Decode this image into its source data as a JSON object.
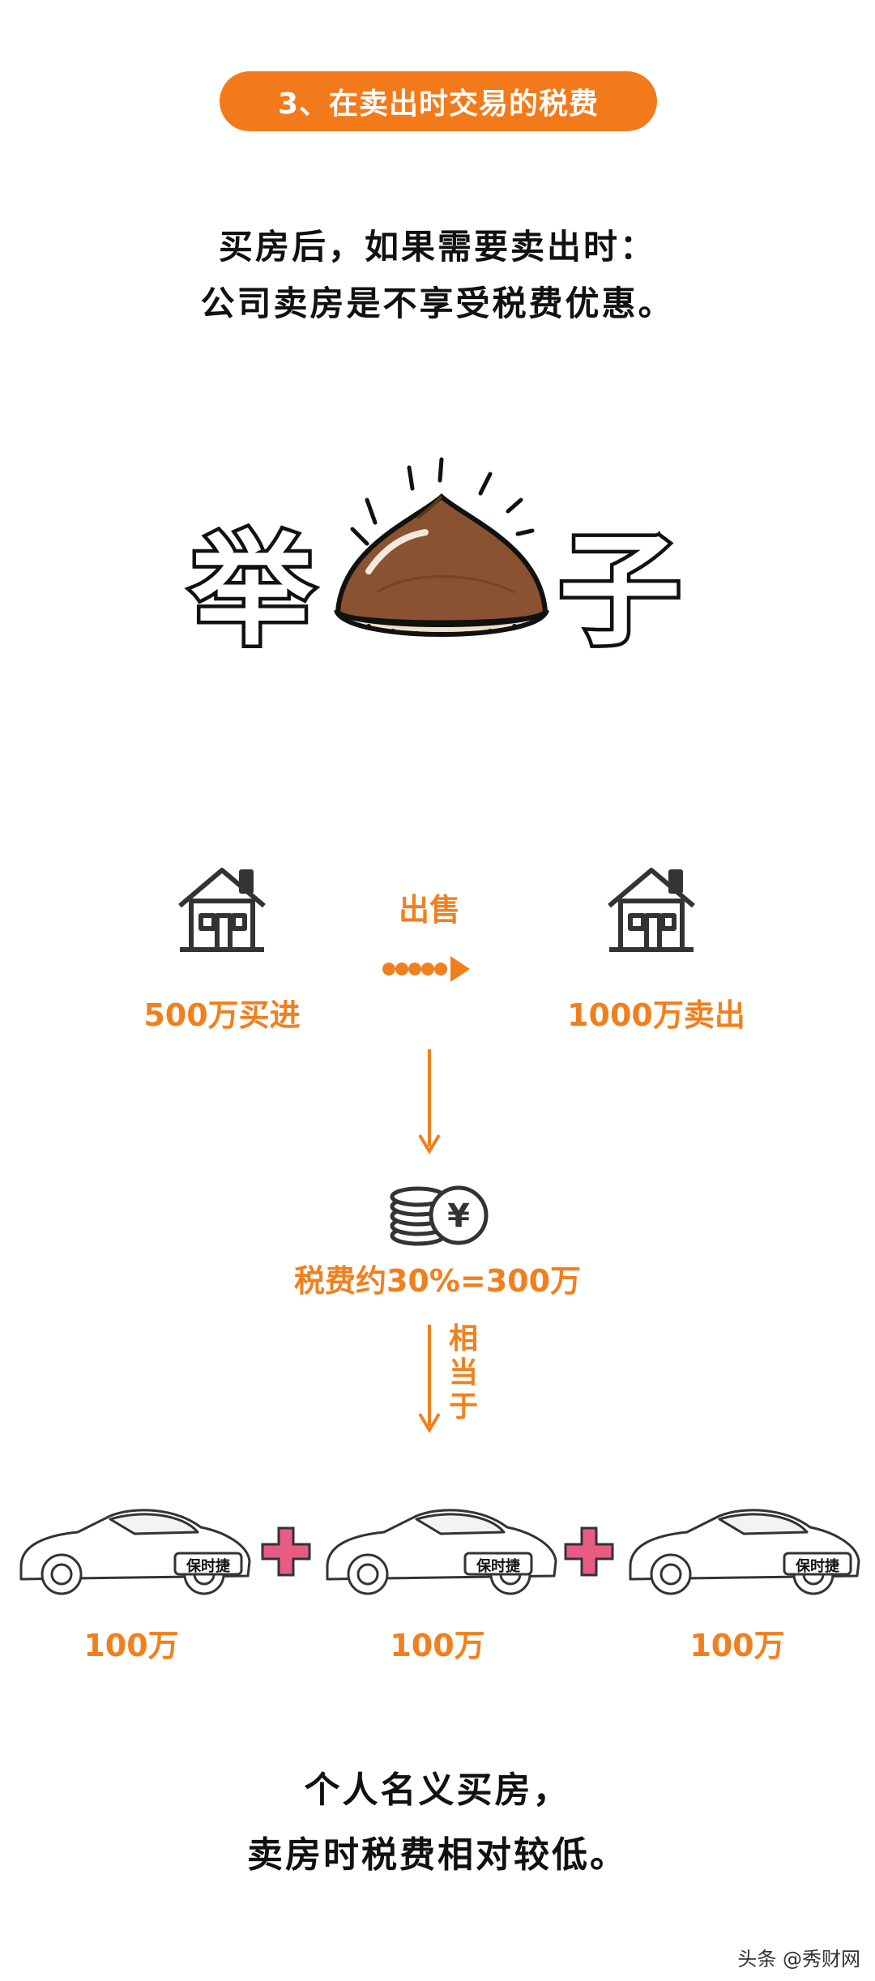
{
  "header": {
    "title": "3、在卖出时交易的税费"
  },
  "intro": {
    "line1": "买房后，如果需要卖出时：",
    "line2": "公司卖房是不享受税费优惠。"
  },
  "example": {
    "char_left": "举",
    "char_right": "子"
  },
  "flow": {
    "buy_label": "500万买进",
    "sell_action": "出售",
    "sell_label": "1000万卖出",
    "tax_label": "税费约30%=300万",
    "equivalent_label": [
      "相",
      "当",
      "于"
    ],
    "currency_symbol": "¥"
  },
  "cars": [
    {
      "brand": "保时捷",
      "price": "100万"
    },
    {
      "brand": "保时捷",
      "price": "100万"
    },
    {
      "brand": "保时捷",
      "price": "100万"
    }
  ],
  "outro": {
    "line1": "个人名义买房，",
    "line2": "卖房时税费相对较低。"
  },
  "watermark": "头条 @秀财网",
  "colors": {
    "accent": "#f27a1a",
    "plus": "#e85c84",
    "chestnut": "#8a5230"
  }
}
